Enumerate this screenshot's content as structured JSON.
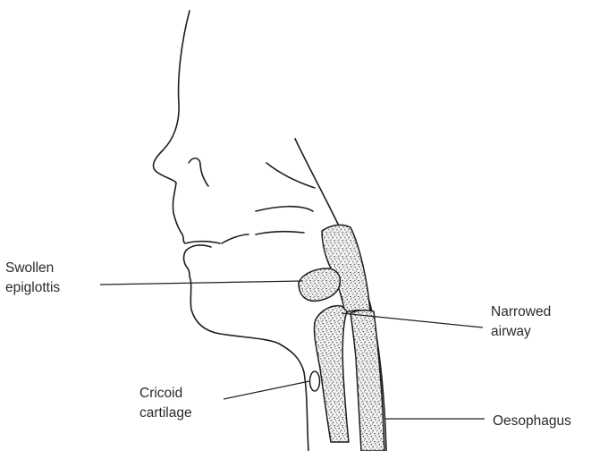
{
  "labels": {
    "swollen_epiglottis": [
      "Swollen",
      "epiglottis"
    ],
    "narrowed_airway": [
      "Narrowed",
      "airway"
    ],
    "cricoid_cartilage": [
      "Cricoid",
      "cartilage"
    ],
    "oesophagus": "Oesophagus"
  },
  "colors": {
    "line": "#1e1e1e",
    "stipple": "#333333",
    "background": "#ffffff"
  }
}
